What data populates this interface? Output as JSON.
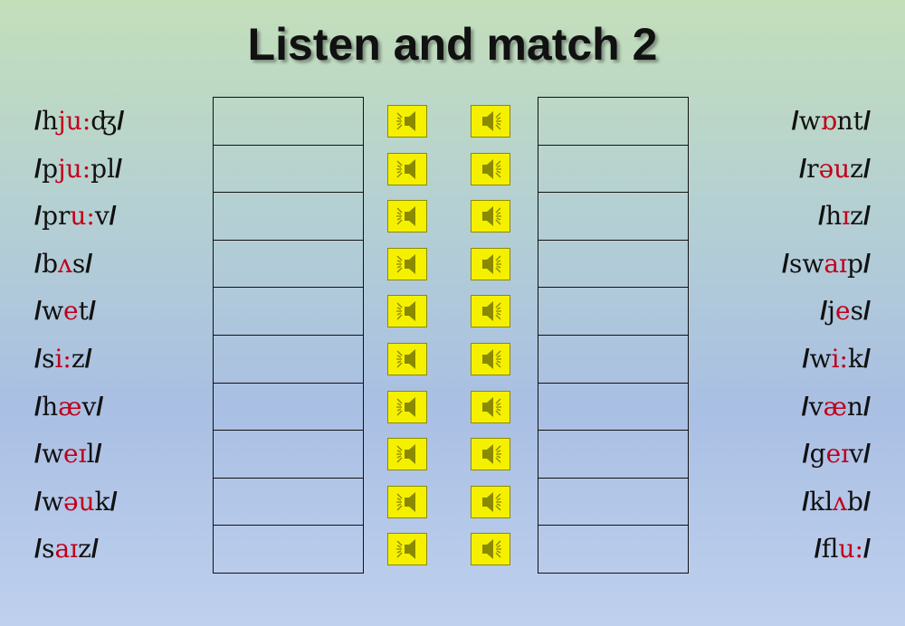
{
  "title": "Listen and match 2",
  "colors": {
    "highlight": "#c0001a",
    "button": "#f5f000",
    "icon": "#8a8a00"
  },
  "icons": {
    "left_button": "speaker-play-icon",
    "right_button": "speaker-icon"
  },
  "left_words": [
    [
      {
        "t": "/",
        "c": "sl"
      },
      {
        "t": "h"
      },
      {
        "t": "ju:",
        "c": "red"
      },
      {
        "t": "ʤ"
      },
      {
        "t": "/",
        "c": "sl"
      }
    ],
    [
      {
        "t": "/",
        "c": "sl"
      },
      {
        "t": "p"
      },
      {
        "t": "ju:",
        "c": "red"
      },
      {
        "t": "pl"
      },
      {
        "t": "/",
        "c": "sl"
      }
    ],
    [
      {
        "t": "/",
        "c": "sl"
      },
      {
        "t": "pr"
      },
      {
        "t": "u:",
        "c": "red"
      },
      {
        "t": "v"
      },
      {
        "t": "/",
        "c": "sl"
      }
    ],
    [
      {
        "t": "/",
        "c": "sl"
      },
      {
        "t": "b"
      },
      {
        "t": "ʌ",
        "c": "red"
      },
      {
        "t": "s"
      },
      {
        "t": "/",
        "c": "sl"
      }
    ],
    [
      {
        "t": "/",
        "c": "sl"
      },
      {
        "t": "w"
      },
      {
        "t": "e",
        "c": "red"
      },
      {
        "t": "t"
      },
      {
        "t": "/",
        "c": "sl"
      }
    ],
    [
      {
        "t": "/",
        "c": "sl"
      },
      {
        "t": "s"
      },
      {
        "t": "i:",
        "c": "red"
      },
      {
        "t": "z"
      },
      {
        "t": "/",
        "c": "sl"
      }
    ],
    [
      {
        "t": "/",
        "c": "sl"
      },
      {
        "t": "h"
      },
      {
        "t": "æ",
        "c": "red"
      },
      {
        "t": "v"
      },
      {
        "t": "/",
        "c": "sl"
      }
    ],
    [
      {
        "t": "/",
        "c": "sl"
      },
      {
        "t": "w"
      },
      {
        "t": "eɪ",
        "c": "red"
      },
      {
        "t": "l"
      },
      {
        "t": "/",
        "c": "sl"
      }
    ],
    [
      {
        "t": "/",
        "c": "sl"
      },
      {
        "t": "w"
      },
      {
        "t": "əu",
        "c": "red"
      },
      {
        "t": "k"
      },
      {
        "t": "/",
        "c": "sl"
      }
    ],
    [
      {
        "t": "/",
        "c": "sl"
      },
      {
        "t": "s"
      },
      {
        "t": "aɪ",
        "c": "red"
      },
      {
        "t": "z"
      },
      {
        "t": "/",
        "c": "sl"
      }
    ]
  ],
  "right_words": [
    [
      {
        "t": "/",
        "c": "sl"
      },
      {
        "t": "w"
      },
      {
        "t": "ɒ",
        "c": "red"
      },
      {
        "t": "nt"
      },
      {
        "t": "/",
        "c": "sl"
      }
    ],
    [
      {
        "t": "/",
        "c": "sl"
      },
      {
        "t": "r"
      },
      {
        "t": "əu",
        "c": "red"
      },
      {
        "t": "z"
      },
      {
        "t": "/",
        "c": "sl"
      }
    ],
    [
      {
        "t": "/",
        "c": "sl"
      },
      {
        "t": "h"
      },
      {
        "t": "ɪ",
        "c": "red"
      },
      {
        "t": "z"
      },
      {
        "t": "/",
        "c": "sl"
      }
    ],
    [
      {
        "t": "/",
        "c": "sl"
      },
      {
        "t": "sw"
      },
      {
        "t": "aɪ",
        "c": "red"
      },
      {
        "t": "p"
      },
      {
        "t": "/",
        "c": "sl"
      }
    ],
    [
      {
        "t": "/",
        "c": "sl"
      },
      {
        "t": "j"
      },
      {
        "t": "e",
        "c": "red"
      },
      {
        "t": "s"
      },
      {
        "t": "/",
        "c": "sl"
      }
    ],
    [
      {
        "t": "/",
        "c": "sl"
      },
      {
        "t": "w"
      },
      {
        "t": "i:",
        "c": "red"
      },
      {
        "t": "k"
      },
      {
        "t": "/",
        "c": "sl"
      }
    ],
    [
      {
        "t": "/",
        "c": "sl"
      },
      {
        "t": "v"
      },
      {
        "t": "æ",
        "c": "red"
      },
      {
        "t": "n"
      },
      {
        "t": "/",
        "c": "sl"
      }
    ],
    [
      {
        "t": "/",
        "c": "sl"
      },
      {
        "t": "g"
      },
      {
        "t": "eɪ",
        "c": "red"
      },
      {
        "t": "v"
      },
      {
        "t": "/",
        "c": "sl"
      }
    ],
    [
      {
        "t": "/",
        "c": "sl"
      },
      {
        "t": "kl"
      },
      {
        "t": "ʌ",
        "c": "red"
      },
      {
        "t": "b"
      },
      {
        "t": "/",
        "c": "sl"
      }
    ],
    [
      {
        "t": "/",
        "c": "sl"
      },
      {
        "t": "fl"
      },
      {
        "t": "u:",
        "c": "red"
      },
      {
        "t": "/",
        "c": "sl"
      }
    ]
  ]
}
